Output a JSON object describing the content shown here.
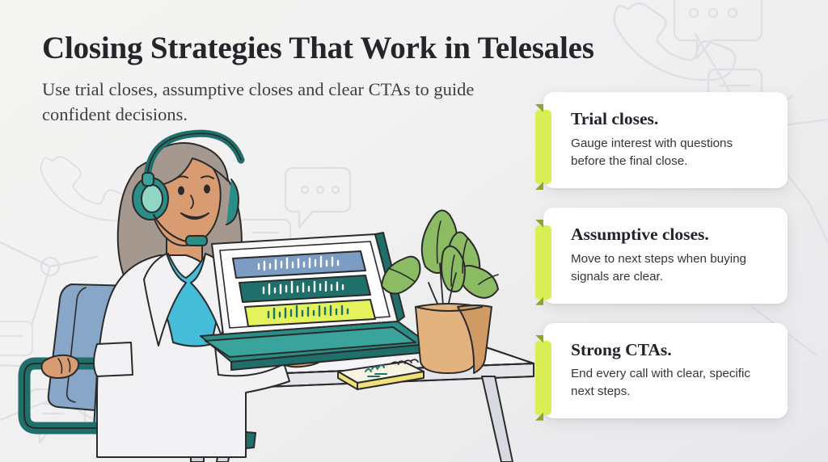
{
  "theme": {
    "background_start": "#f4f4f2",
    "background_end": "#e8e8ec",
    "accent_tab": "#d9ef55",
    "accent_tab_fold": "#8fa32e",
    "title_color": "#25262b",
    "card_background": "#ffffff",
    "teal": "#1f6f6b",
    "teal_light": "#3aa39c",
    "mint": "#8fd6c4",
    "blue_gray": "#7d9cc4",
    "shirt_cyan": "#45bcd8",
    "skin": "#d99c72",
    "hair": "#a4988f",
    "pot_tan": "#e2b27f",
    "leaf_green": "#8bbc63",
    "decor_line": "#dedee4"
  },
  "header": {
    "title": "Closing Strategies That Work in Telesales",
    "subtitle": "Use trial closes, assumptive closes and clear CTAs to guide confident decisions."
  },
  "cards": [
    {
      "title": "Trial closes.",
      "body": "Gauge interest with questions before the final close."
    },
    {
      "title": "Assumptive closes.",
      "body": "Move to next steps when buying signals are clear."
    },
    {
      "title": "Strong CTAs.",
      "body": "End every call with clear, specific next steps."
    }
  ],
  "illustration": {
    "alt": "Telesales agent wearing a teal headset seated at a white desk with a laptop, notebook and potted plant",
    "elements": [
      "telesales-agent",
      "teal-headset",
      "white-blazer",
      "cyan-shirt",
      "office-chair",
      "white-desk",
      "open-laptop",
      "spiral-notebook",
      "potted-plant"
    ],
    "laptop_screen_bars": [
      {
        "name": "waveform-bar-blue",
        "color": "#7d9cc4"
      },
      {
        "name": "waveform-bar-teal",
        "color": "#1f6f6b"
      },
      {
        "name": "waveform-bar-lime",
        "color": "#e4f25c"
      }
    ]
  },
  "decor": {
    "icons": [
      "phone-handset-icon",
      "phone-handset-icon",
      "chat-bubble-dots-icon",
      "chat-bubble-dots-icon",
      "chat-bubble-lines-icon",
      "chat-bubble-lines-icon",
      "document-card-icon",
      "network-node-icon"
    ]
  }
}
